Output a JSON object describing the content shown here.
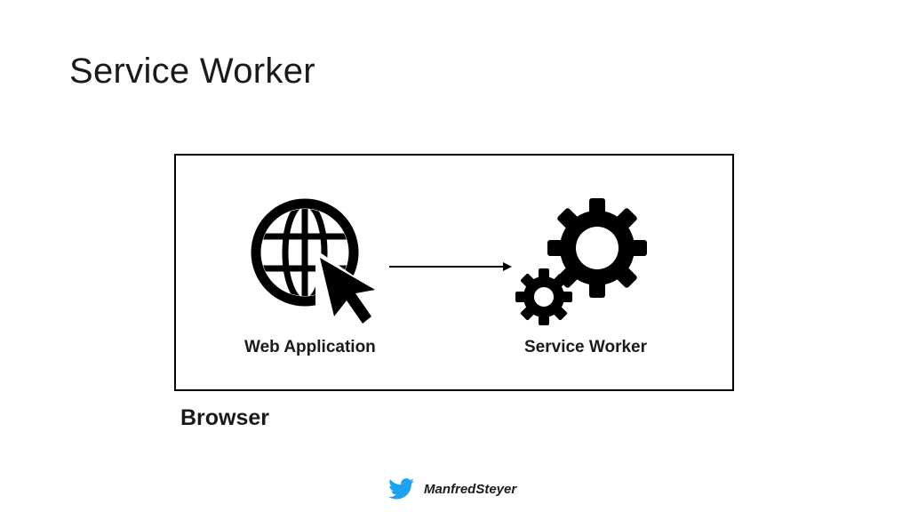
{
  "slide": {
    "title": "Service Worker"
  },
  "diagram": {
    "container_label": "Browser",
    "nodes": [
      {
        "label": "Web Application",
        "icon": "globe-cursor-icon"
      },
      {
        "label": "Service Worker",
        "icon": "gears-icon"
      }
    ],
    "connector": {
      "from": "Web Application",
      "to": "Service Worker",
      "style": "arrow"
    }
  },
  "footer": {
    "icon": "twitter-bird-icon",
    "icon_color": "#1da1f2",
    "handle": "ManfredSteyer"
  }
}
